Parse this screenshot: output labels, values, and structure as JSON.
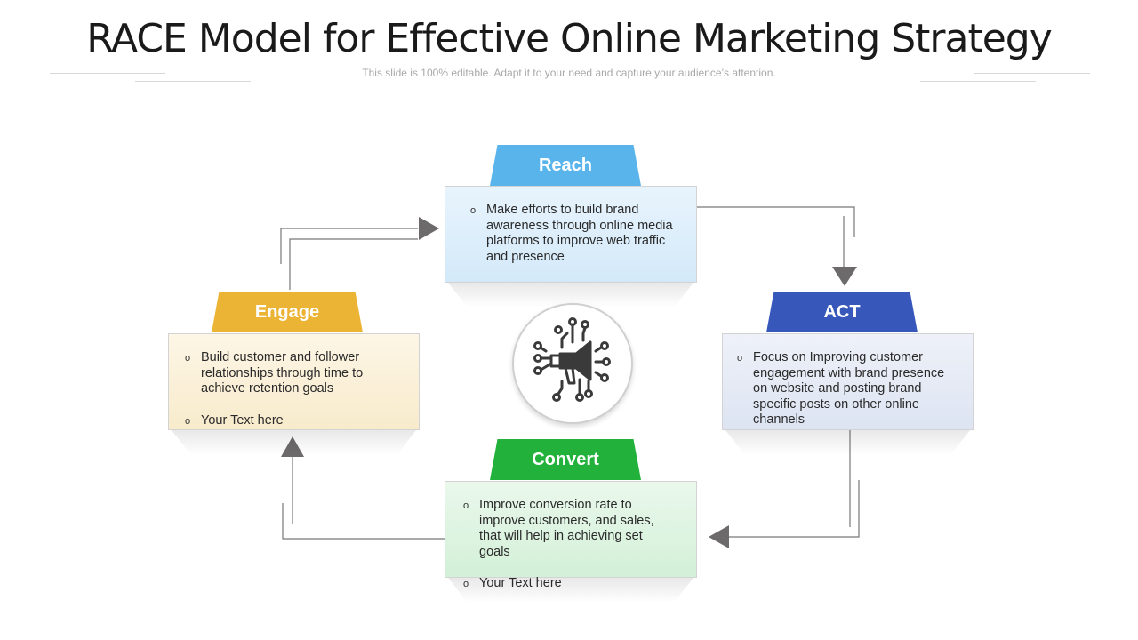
{
  "header": {
    "title": "RACE Model for Effective Online Marketing Strategy",
    "subtitle": "This slide is 100% editable. Adapt it to your need and capture your audience’s attention."
  },
  "stages": {
    "reach": {
      "label": "Reach",
      "color": "#5ab4ec",
      "bullets": [
        "Make efforts to build brand awareness through online media platforms to improve web traffic and presence"
      ]
    },
    "act": {
      "label": "ACT",
      "color": "#3757bb",
      "bullets": [
        "Focus on Improving customer engagement with brand presence on website and posting brand specific posts on other online channels"
      ]
    },
    "convert": {
      "label": "Convert",
      "color": "#22b23c",
      "bullets": [
        "Improve conversion rate to improve customers, and sales, that will help in achieving set goals",
        "Your Text here"
      ]
    },
    "engage": {
      "label": "Engage",
      "color": "#ecb434",
      "bullets": [
        "Build customer and follower relationships through time to achieve retention goals",
        "Your Text here"
      ]
    }
  },
  "center_icon": "megaphone-circuit-icon"
}
